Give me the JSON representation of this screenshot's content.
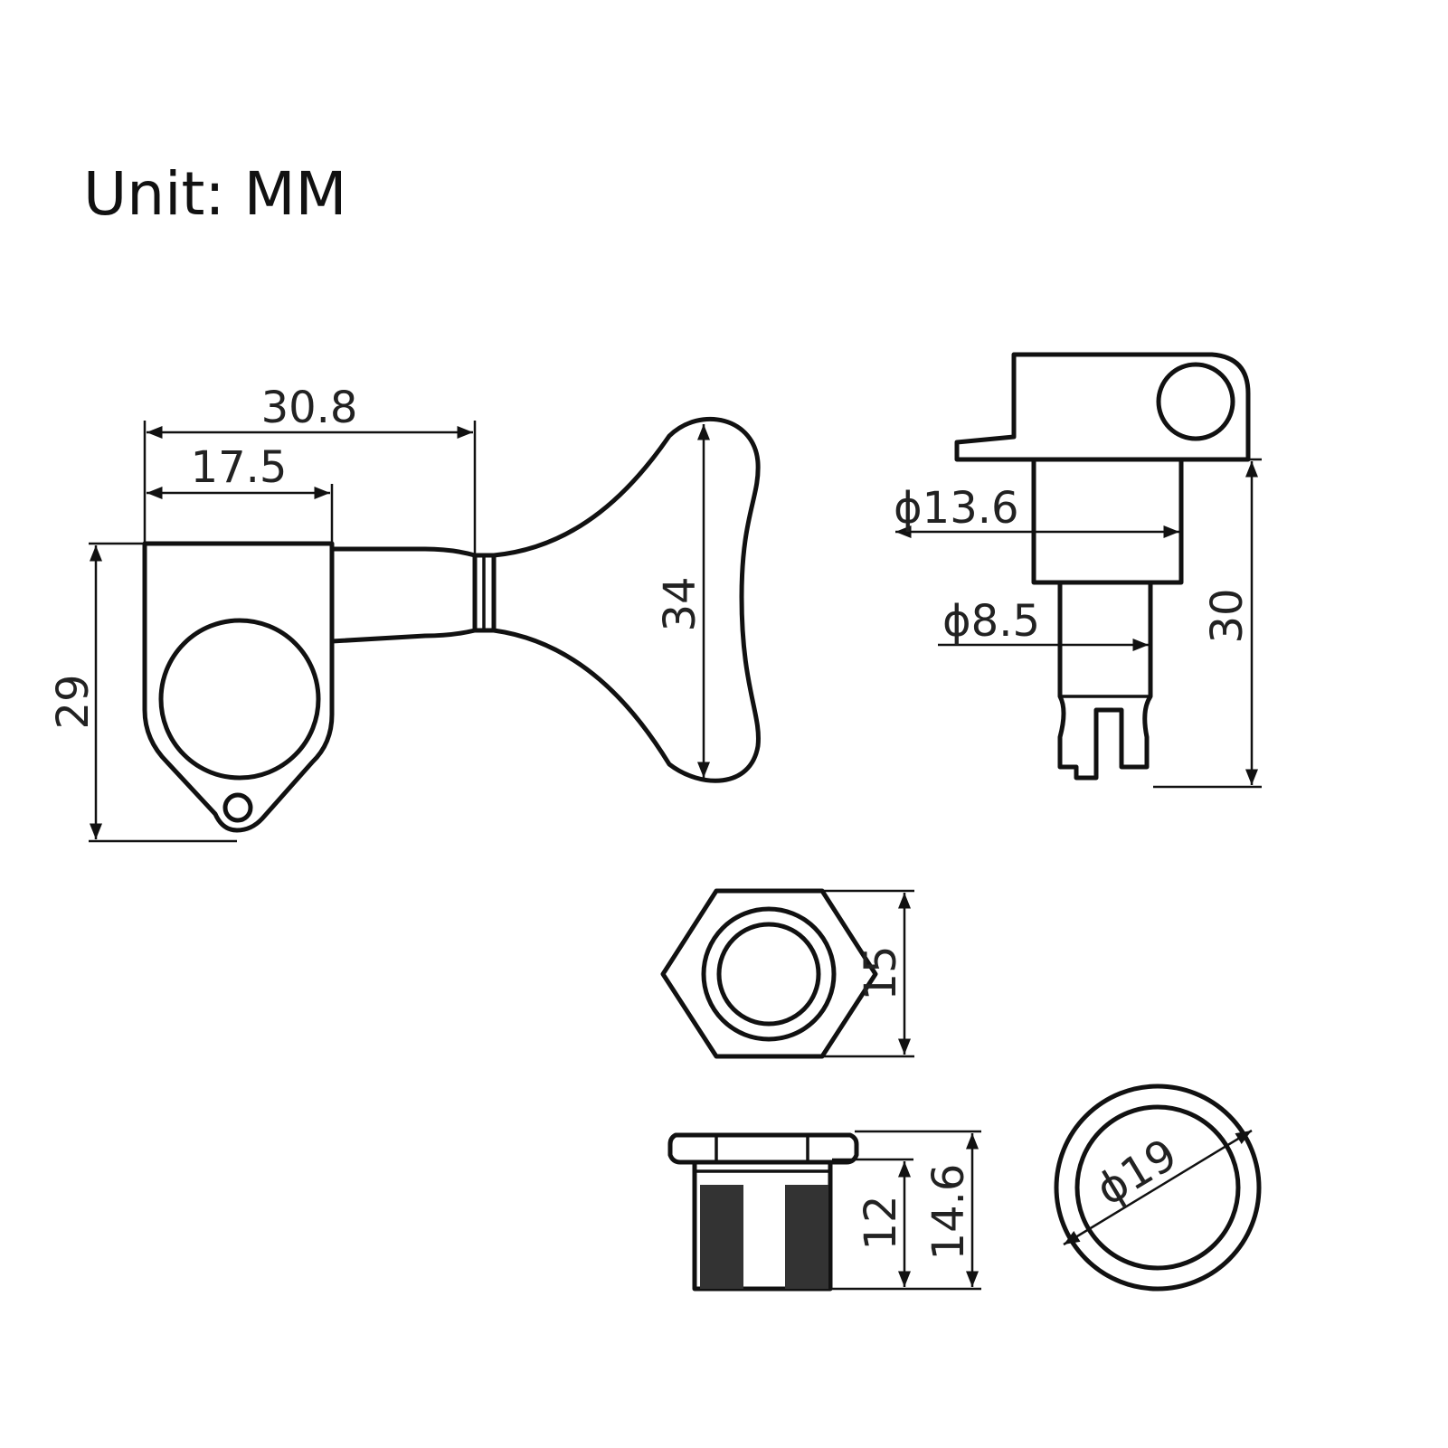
{
  "title": "Unit: MM",
  "dimensions": {
    "total_length": "30.8",
    "post_offset": "17.5",
    "housing_height": "29",
    "button_height": "34",
    "bushing_diameter": "ϕ13.6",
    "post_diameter": "ϕ8.5",
    "side_height": "30",
    "nut_width": "15",
    "bushing_outer_diameter": "ϕ19",
    "bushing_thread_height": "12",
    "bushing_total_height": "14.6"
  }
}
